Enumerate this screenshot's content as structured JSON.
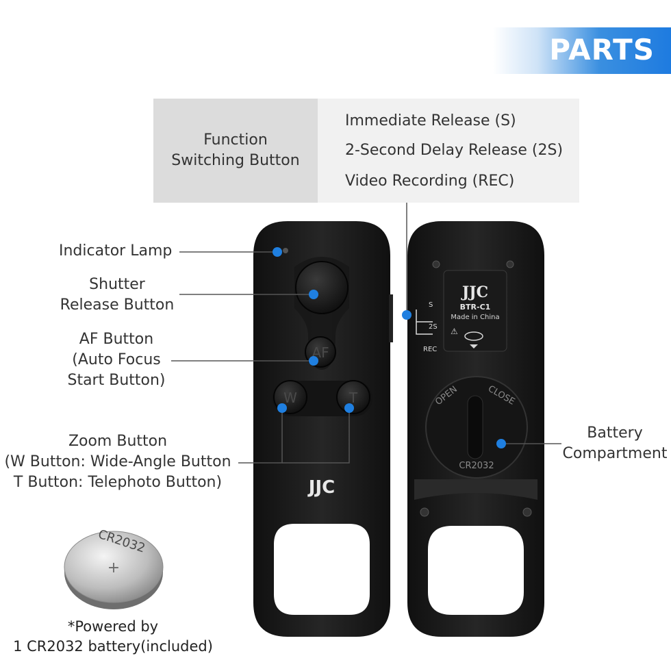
{
  "banner": {
    "title": "PARTS"
  },
  "function_switch": {
    "title_line1": "Function",
    "title_line2": "Switching Button",
    "modes": [
      "Immediate Release (S)",
      "2-Second Delay Release (2S)",
      "Video Recording (REC)"
    ]
  },
  "labels": {
    "indicator_lamp": "Indicator Lamp",
    "shutter_line1": "Shutter",
    "shutter_line2": "Release Button",
    "af_line1": "AF Button",
    "af_line2": "(Auto Focus",
    "af_line3": "Start Button)",
    "zoom_line1": "Zoom Button",
    "zoom_line2": "(W Button: Wide-Angle Button",
    "zoom_line3": "T Button: Telephoto Button)",
    "battery_line1": "Battery",
    "battery_line2": "Compartment"
  },
  "remote_front": {
    "brand": "JJC",
    "af_button": "AF",
    "w_button": "W",
    "t_button": "T"
  },
  "remote_back": {
    "brand": "JJC",
    "model": "BTR-C1",
    "made_in": "Made in China",
    "switch_positions": [
      "S",
      "2S",
      "REC"
    ],
    "battery_cover_open": "OPEN",
    "battery_cover_close": "CLOSE",
    "battery_cover_model": "CR2032"
  },
  "battery": {
    "model": "CR2032",
    "caption_line1": "*Powered by",
    "caption_line2": "1 CR2032 battery(included)"
  },
  "colors": {
    "accent": "#1e7be0",
    "dot": "#1f7fe0",
    "device": "#1b1b1b"
  }
}
